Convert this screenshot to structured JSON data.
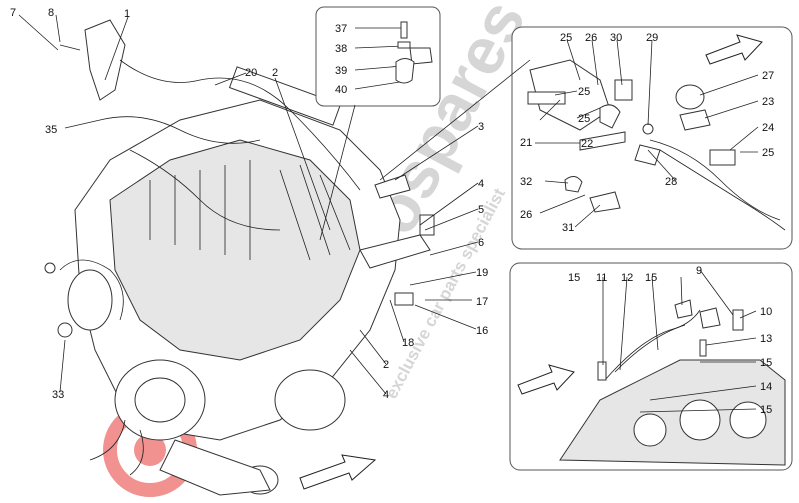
{
  "callouts": {
    "c1": "1",
    "c2": "2",
    "c2b": "2",
    "c3": "3",
    "c4": "4",
    "c4b": "4",
    "c5": "5",
    "c6": "6",
    "c7": "7",
    "c8": "8",
    "c17": "17",
    "c16": "16",
    "c18": "18",
    "c19": "19",
    "c20": "20",
    "c33": "33",
    "c35": "35",
    "c37": "37",
    "c38": "38",
    "c39": "39",
    "c40": "40",
    "c25a": "25",
    "c26a": "26",
    "c30": "30",
    "c29": "29",
    "c27": "27",
    "c23": "23",
    "c24": "24",
    "c25b": "25",
    "c25c": "25",
    "c21": "21",
    "c22": "22",
    "c28": "28",
    "c32": "32",
    "c26b": "26",
    "c31": "31",
    "c15a": "15",
    "c11": "11",
    "c12": "12",
    "c15b": "15",
    "c9": "9",
    "c10": "10",
    "c13": "13",
    "c15c": "15",
    "c14": "14",
    "c15d": "15"
  },
  "watermark": {
    "brand": "eurospares",
    "tagline": "exclusive car parts specialist"
  },
  "colors": {
    "watermark_red": "#e53935",
    "watermark_gray": "#b5b5b5",
    "line": "#222222"
  },
  "icons": {
    "direction_arrow": "arrow-left-icon"
  }
}
